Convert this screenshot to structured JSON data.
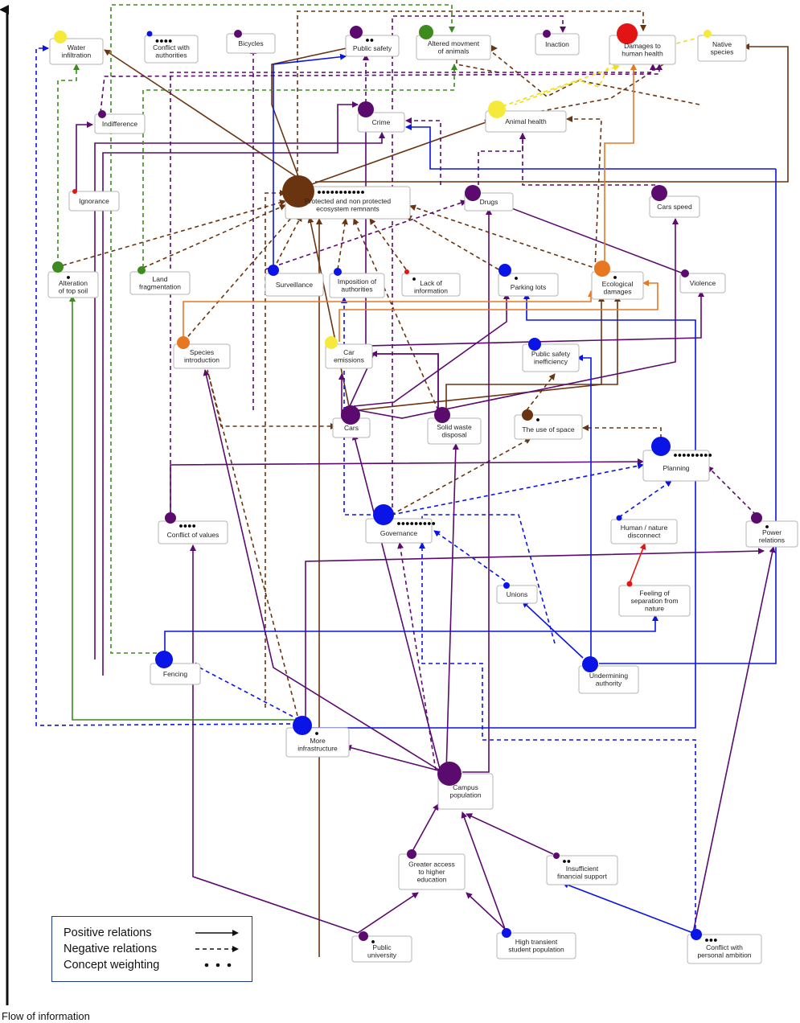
{
  "axis_label": "Flow of information",
  "legend": {
    "positive": "Positive relations",
    "negative": "Negative relations",
    "weighting": "Concept weighting"
  },
  "colors": {
    "brown": "#6b3410",
    "purple": "#5b0a6e",
    "blue": "#0a14e6",
    "green": "#3d8a1e",
    "orange": "#e87722",
    "yellow": "#f5ea3a",
    "red": "#e31414"
  },
  "nodes": [
    {
      "id": "water",
      "lines": [
        "Water",
        "infiltration"
      ],
      "color": "yellow",
      "weight": 0
    },
    {
      "id": "conflict_auth",
      "lines": [
        "Conflict with",
        "authorities"
      ],
      "color": "blue",
      "weight": 4
    },
    {
      "id": "bicycles",
      "lines": [
        "Bicycles"
      ],
      "color": "purple",
      "weight": 0
    },
    {
      "id": "public_safety",
      "lines": [
        "Public safety"
      ],
      "color": "purple",
      "weight": 2
    },
    {
      "id": "altered",
      "lines": [
        "Altered movment",
        "of animals"
      ],
      "color": "green",
      "weight": 0
    },
    {
      "id": "inaction",
      "lines": [
        "Inaction"
      ],
      "color": "purple",
      "weight": 0
    },
    {
      "id": "damages",
      "lines": [
        "Damages to",
        "human health"
      ],
      "color": "red",
      "weight": 0
    },
    {
      "id": "native",
      "lines": [
        "Native",
        "species"
      ],
      "color": "yellow",
      "weight": 0
    },
    {
      "id": "indifference",
      "lines": [
        "Indifference"
      ],
      "color": "purple",
      "weight": 0
    },
    {
      "id": "crime",
      "lines": [
        "Crime"
      ],
      "color": "purple",
      "weight": 0
    },
    {
      "id": "animal_health",
      "lines": [
        "Animal health"
      ],
      "color": "yellow",
      "weight": 0
    },
    {
      "id": "ignorance",
      "lines": [
        "Ignorance"
      ],
      "color": "red",
      "weight": 0
    },
    {
      "id": "protected",
      "lines": [
        "Protected and non protected",
        "ecosystem remnants"
      ],
      "color": "brown",
      "weight": 11
    },
    {
      "id": "drugs",
      "lines": [
        "Drugs"
      ],
      "color": "purple",
      "weight": 0
    },
    {
      "id": "cars_speed",
      "lines": [
        "Cars speed"
      ],
      "color": "purple",
      "weight": 0
    },
    {
      "id": "alteration",
      "lines": [
        "Alteration",
        "of top soil"
      ],
      "color": "green",
      "weight": 1
    },
    {
      "id": "land_frag",
      "lines": [
        "Land",
        "fragmentation"
      ],
      "color": "green",
      "weight": 0
    },
    {
      "id": "surveillance",
      "lines": [
        "Surveillance"
      ],
      "color": "blue",
      "weight": 0
    },
    {
      "id": "imposition",
      "lines": [
        "Imposition of",
        "authorities"
      ],
      "color": "blue",
      "weight": 0
    },
    {
      "id": "lack_info",
      "lines": [
        "Lack of",
        "information"
      ],
      "color": "red",
      "weight": 1
    },
    {
      "id": "parking",
      "lines": [
        "Parking lots"
      ],
      "color": "blue",
      "weight": 1
    },
    {
      "id": "eco_damages",
      "lines": [
        "Ecological",
        "damages"
      ],
      "color": "orange",
      "weight": 1
    },
    {
      "id": "violence",
      "lines": [
        "Violence"
      ],
      "color": "purple",
      "weight": 0
    },
    {
      "id": "species_intro",
      "lines": [
        "Species",
        "introduction"
      ],
      "color": "orange",
      "weight": 0
    },
    {
      "id": "car_emissions",
      "lines": [
        "Car",
        "emissions"
      ],
      "color": "yellow",
      "weight": 0
    },
    {
      "id": "ps_inefficiency",
      "lines": [
        "Public safety",
        "inefficiency"
      ],
      "color": "blue",
      "weight": 0
    },
    {
      "id": "use_space",
      "lines": [
        "The use of space"
      ],
      "color": "brown",
      "weight": 1
    },
    {
      "id": "cars",
      "lines": [
        "Cars"
      ],
      "color": "purple",
      "weight": 0
    },
    {
      "id": "solid_waste",
      "lines": [
        "Solid waste",
        "disposal"
      ],
      "color": "purple",
      "weight": 0
    },
    {
      "id": "planning",
      "lines": [
        "Planning"
      ],
      "color": "blue",
      "weight": 9
    },
    {
      "id": "conflict_values",
      "lines": [
        "Conflict of values"
      ],
      "color": "purple",
      "weight": 4
    },
    {
      "id": "governance",
      "lines": [
        "Governance"
      ],
      "color": "blue",
      "weight": 9
    },
    {
      "id": "human_nature",
      "lines": [
        "Human / nature",
        "disconnect"
      ],
      "color": "blue",
      "weight": 0
    },
    {
      "id": "power",
      "lines": [
        "Power",
        "relations"
      ],
      "color": "purple",
      "weight": 1
    },
    {
      "id": "unions",
      "lines": [
        "Unions"
      ],
      "color": "blue",
      "weight": 0
    },
    {
      "id": "feeling",
      "lines": [
        "Feeling of",
        "separation from",
        "nature"
      ],
      "color": "red",
      "weight": 0
    },
    {
      "id": "fencing",
      "lines": [
        "Fencing"
      ],
      "color": "blue",
      "weight": 0
    },
    {
      "id": "undermining",
      "lines": [
        "Undermining",
        "authority"
      ],
      "color": "blue",
      "weight": 0
    },
    {
      "id": "more_infra",
      "lines": [
        "More",
        "infrastructure"
      ],
      "color": "blue",
      "weight": 1
    },
    {
      "id": "campus",
      "lines": [
        "Campus",
        "population"
      ],
      "color": "purple",
      "weight": 0
    },
    {
      "id": "greater_access",
      "lines": [
        "Greater access",
        "to higher",
        "education"
      ],
      "color": "purple",
      "weight": 0
    },
    {
      "id": "insufficient",
      "lines": [
        "Insufficient",
        "financial support"
      ],
      "color": "purple",
      "weight": 2
    },
    {
      "id": "public_uni",
      "lines": [
        "Public",
        "university"
      ],
      "color": "purple",
      "weight": 1
    },
    {
      "id": "transient",
      "lines": [
        "High transient",
        "student population"
      ],
      "color": "blue",
      "weight": 0
    },
    {
      "id": "personal_ambition",
      "lines": [
        "Conflict with",
        "personal ambition"
      ],
      "color": "blue",
      "weight": 3
    }
  ]
}
